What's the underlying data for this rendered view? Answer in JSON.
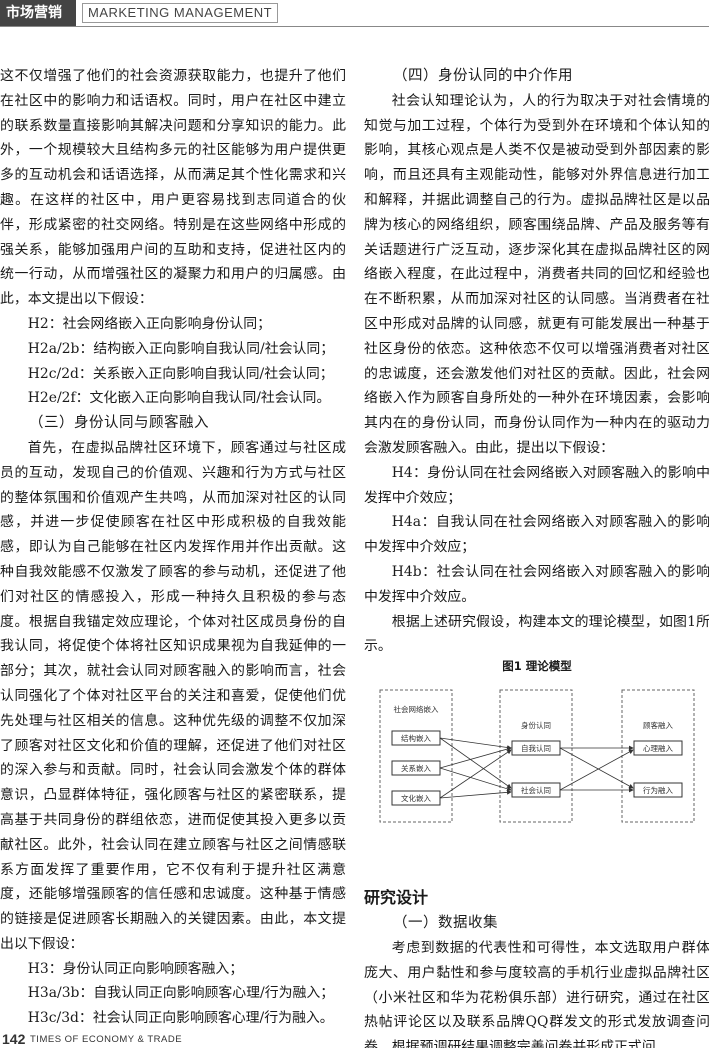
{
  "header": {
    "category": "市场营销",
    "section_en": "MARKETING MANAGEMENT"
  },
  "left": {
    "p1": "这不仅增强了他们的社会资源获取能力，也提升了他们在社区中的影响力和话语权。同时，用户在社区中建立的联系数量直接影响其解决问题和分享知识的能力。此外，一个规模较大且结构多元的社区能够为用户提供更多的互动机会和话语选择，从而满足其个性化需求和兴趣。在这样的社区中，用户更容易找到志同道合的伙伴，形成紧密的社交网络。特别是在这些网络中形成的强关系，能够加强用户间的互助和支持，促进社区内的统一行动，从而增强社区的凝聚力和用户的归属感。由此，本文提出以下假设：",
    "h2": "H2：社会网络嵌入正向影响身份认同；",
    "h2ab": "H2a/2b：结构嵌入正向影响自我认同/社会认同；",
    "h2cd": "H2c/2d：关系嵌入正向影响自我认同/社会认同；",
    "h2ef": "H2e/2f：文化嵌入正向影响自我认同/社会认同。",
    "subhead3": "（三）身份认同与顾客融入",
    "p2": "首先，在虚拟品牌社区环境下，顾客通过与社区成员的互动，发现自己的价值观、兴趣和行为方式与社区的整体氛围和价值观产生共鸣，从而加深对社区的认同感，并进一步促使顾客在社区中形成积极的自我效能感，即认为自己能够在社区内发挥作用并作出贡献。这种自我效能感不仅激发了顾客的参与动机，还促进了他们对社区的情感投入，形成一种持久且积极的参与态度。根据自我锚定效应理论，个体对社区成员身份的自我认同，将促使个体将社区知识成果视为自我延伸的一部分；其次，就社会认同对顾客融入的影响而言，社会认同强化了个体对社区平台的关注和喜爱，促使他们优先处理与社区相关的信息。这种优先级的调整不仅加深了顾客对社区文化和价值的理解，还促进了他们对社区的深入参与和贡献。同时，社会认同会激发个体的群体意识，凸显群体特征，强化顾客与社区的紧密联系，提高基于共同身份的群组依恋，进而促使其投入更多以贡献社区。此外，社会认同在建立顾客与社区之间情感联系方面发挥了重要作用，它不仅有利于提升社区满意度，还能够增强顾客的信任感和忠诚度。这种基于情感的链接是促进顾客长期融入的关键因素。由此，本文提出以下假设：",
    "h3": "H3：身份认同正向影响顾客融入；",
    "h3ab": "H3a/3b：自我认同正向影响顾客心理/行为融入；",
    "h3cd": "H3c/3d：社会认同正向影响顾客心理/行为融入。"
  },
  "right": {
    "subhead4": "（四）身份认同的中介作用",
    "p1": "社会认知理论认为，人的行为取决于对社会情境的知觉与加工过程，个体行为受到外在环境和个体认知的影响，其核心观点是人类不仅是被动受到外部因素的影响，而且还具有主观能动性，能够对外界信息进行加工和解释，并据此调整自己的行为。虚拟品牌社区是以品牌为核心的网络组织，顾客围绕品牌、产品及服务等有关话题进行广泛互动，逐步深化其在虚拟品牌社区的网络嵌入程度，在此过程中，消费者共同的回忆和经验也在不断积累，从而加深对社区的认同感。当消费者在社区中形成对品牌的认同感，就更有可能发展出一种基于社区身份的依恋。这种依恋不仅可以增强消费者对社区的忠诚度，还会激发他们对社区的贡献。因此，社会网络嵌入作为顾客自身所处的一种外在环境因素，会影响其内在的身份认同，而身份认同作为一种内在的驱动力会激发顾客融入。由此，提出以下假设：",
    "h4": "H4：身份认同在社会网络嵌入对顾客融入的影响中发挥中介效应；",
    "h4a": "H4a：自我认同在社会网络嵌入对顾客融入的影响中发挥中介效应；",
    "h4b": "H4b：社会认同在社会网络嵌入对顾客融入的影响中发挥中介效应。",
    "p2": "根据上述研究假设，构建本文的理论模型，如图1所示。",
    "section": "研究设计",
    "subhead1": "（一）数据收集",
    "p3": "考虑到数据的代表性和可得性，本文选取用户群体庞大、用户黏性和参与度较高的手机行业虚拟品牌社区（小米社区和华为花粉俱乐部）进行研究，通过在社区热帖评论区以及联系品牌QQ群发文的形式发放调查问卷，根据预调研结果调整完善问卷并形成正式问"
  },
  "figure": {
    "title": "图1    理论模型",
    "group1": "社会网络嵌入",
    "group2": "身份认同",
    "group3": "顾客融入",
    "n1": "结构嵌入",
    "n2": "关系嵌入",
    "n3": "文化嵌入",
    "n4": "自我认同",
    "n5": "社会认同",
    "n6": "心理融入",
    "n7": "行为融入"
  },
  "footer": {
    "page": "142",
    "journal": "TIMES OF ECONOMY & TRADE"
  }
}
